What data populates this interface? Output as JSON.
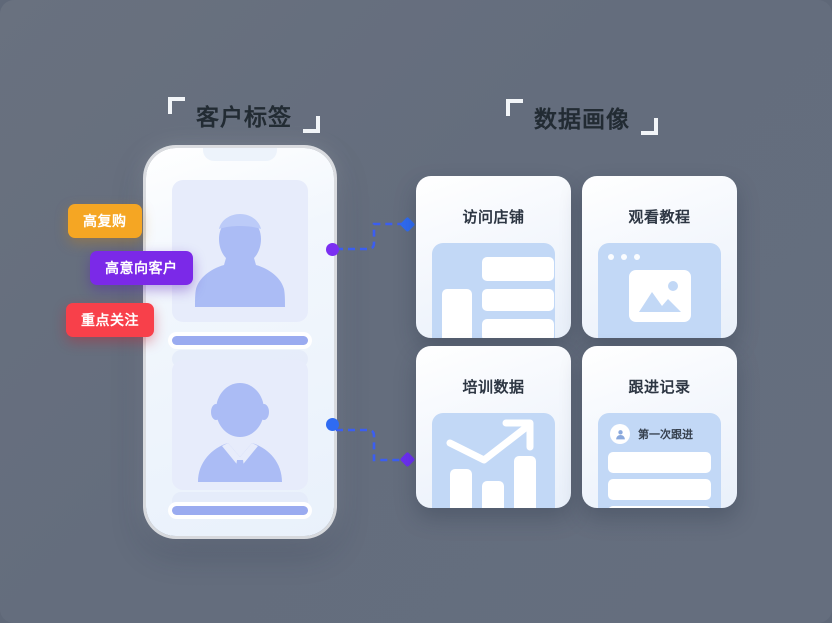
{
  "background_color": "#656e7e",
  "sections": {
    "left": {
      "title": "客户标签"
    },
    "right": {
      "title": "数据画像"
    }
  },
  "tags": [
    {
      "label": "高复购",
      "color": "#f5a623",
      "name": "tag-high-repurchase"
    },
    {
      "label": "高意向客户",
      "color": "#7b29e8",
      "name": "tag-high-intent-customer"
    },
    {
      "label": "重点关注",
      "color": "#f8404a",
      "name": "tag-key-focus"
    }
  ],
  "phone": {
    "profiles": [
      {
        "avatar_icon": "person-avatar-icon"
      },
      {
        "avatar_icon": "person-suit-avatar-icon"
      }
    ]
  },
  "connectors": [
    {
      "start_icon": "circle-node-icon",
      "start_color": "#7b2ff2",
      "end_icon": "diamond-node-icon",
      "end_color": "#2f6bf2"
    },
    {
      "start_icon": "circle-node-icon",
      "start_color": "#2f6bf2",
      "end_icon": "diamond-node-icon",
      "end_color": "#6c2ff2"
    }
  ],
  "cards": [
    {
      "title": "访问店铺",
      "art": "shop-layout-icon",
      "name": "card-visit-shop"
    },
    {
      "title": "观看教程",
      "art": "video-window-icon",
      "name": "card-watch-tutorial"
    },
    {
      "title": "培训数据",
      "art": "bar-chart-icon",
      "name": "card-training-data"
    },
    {
      "title": "跟进记录",
      "art": "follow-list-icon",
      "name": "card-follow-record",
      "entry": {
        "avatar_icon": "user-circle-icon",
        "label": "第一次跟进"
      }
    }
  ]
}
